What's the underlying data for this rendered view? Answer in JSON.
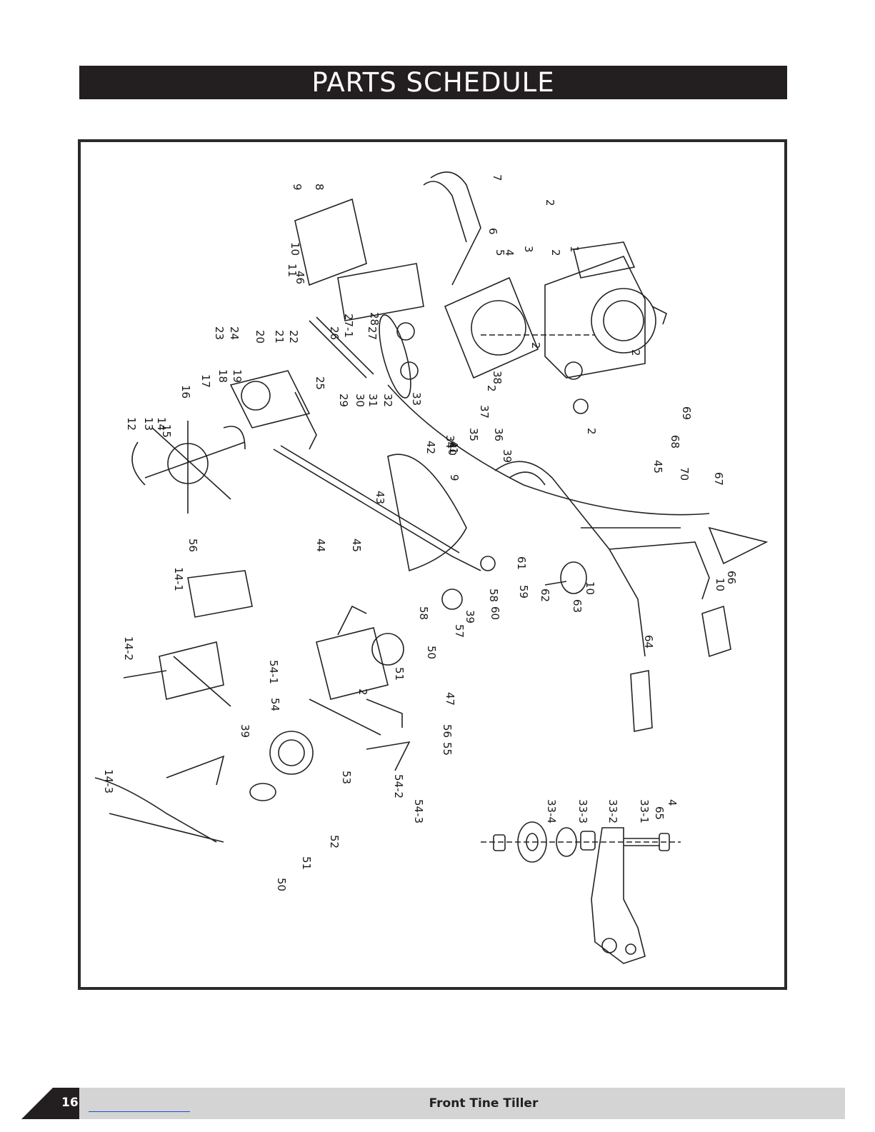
{
  "header": {
    "title": "PARTS SCHEDULE"
  },
  "diagram": {
    "callouts": [
      "1",
      "2",
      "2",
      "2",
      "2",
      "2",
      "2",
      "2",
      "3",
      "4",
      "4",
      "5",
      "6",
      "7",
      "8",
      "9",
      "9",
      "10",
      "10",
      "10",
      "11",
      "12",
      "13",
      "14",
      "14-1",
      "14-2",
      "14-3",
      "15",
      "16",
      "17",
      "18",
      "19",
      "20",
      "21",
      "22",
      "23",
      "24",
      "25",
      "26",
      "27",
      "27-1",
      "28",
      "29",
      "30",
      "31",
      "32",
      "33",
      "33-1",
      "33-2",
      "33-3",
      "33-4",
      "34",
      "35",
      "36",
      "37",
      "38",
      "39",
      "39",
      "39",
      "40",
      "41",
      "42",
      "43",
      "44",
      "45",
      "45",
      "46",
      "47",
      "50",
      "50",
      "51",
      "51",
      "52",
      "53",
      "54",
      "54-1",
      "54-2",
      "54-3",
      "55",
      "56",
      "56",
      "57",
      "58",
      "58",
      "59",
      "60",
      "61",
      "62",
      "63",
      "64",
      "65",
      "66",
      "67",
      "68",
      "69",
      "70"
    ]
  },
  "footer": {
    "page_number": "16",
    "title": "Front Tine Tiller"
  },
  "colors": {
    "banner": "#231f20",
    "footer_bar": "#d4d4d4",
    "frame": "#2b2b2b"
  }
}
